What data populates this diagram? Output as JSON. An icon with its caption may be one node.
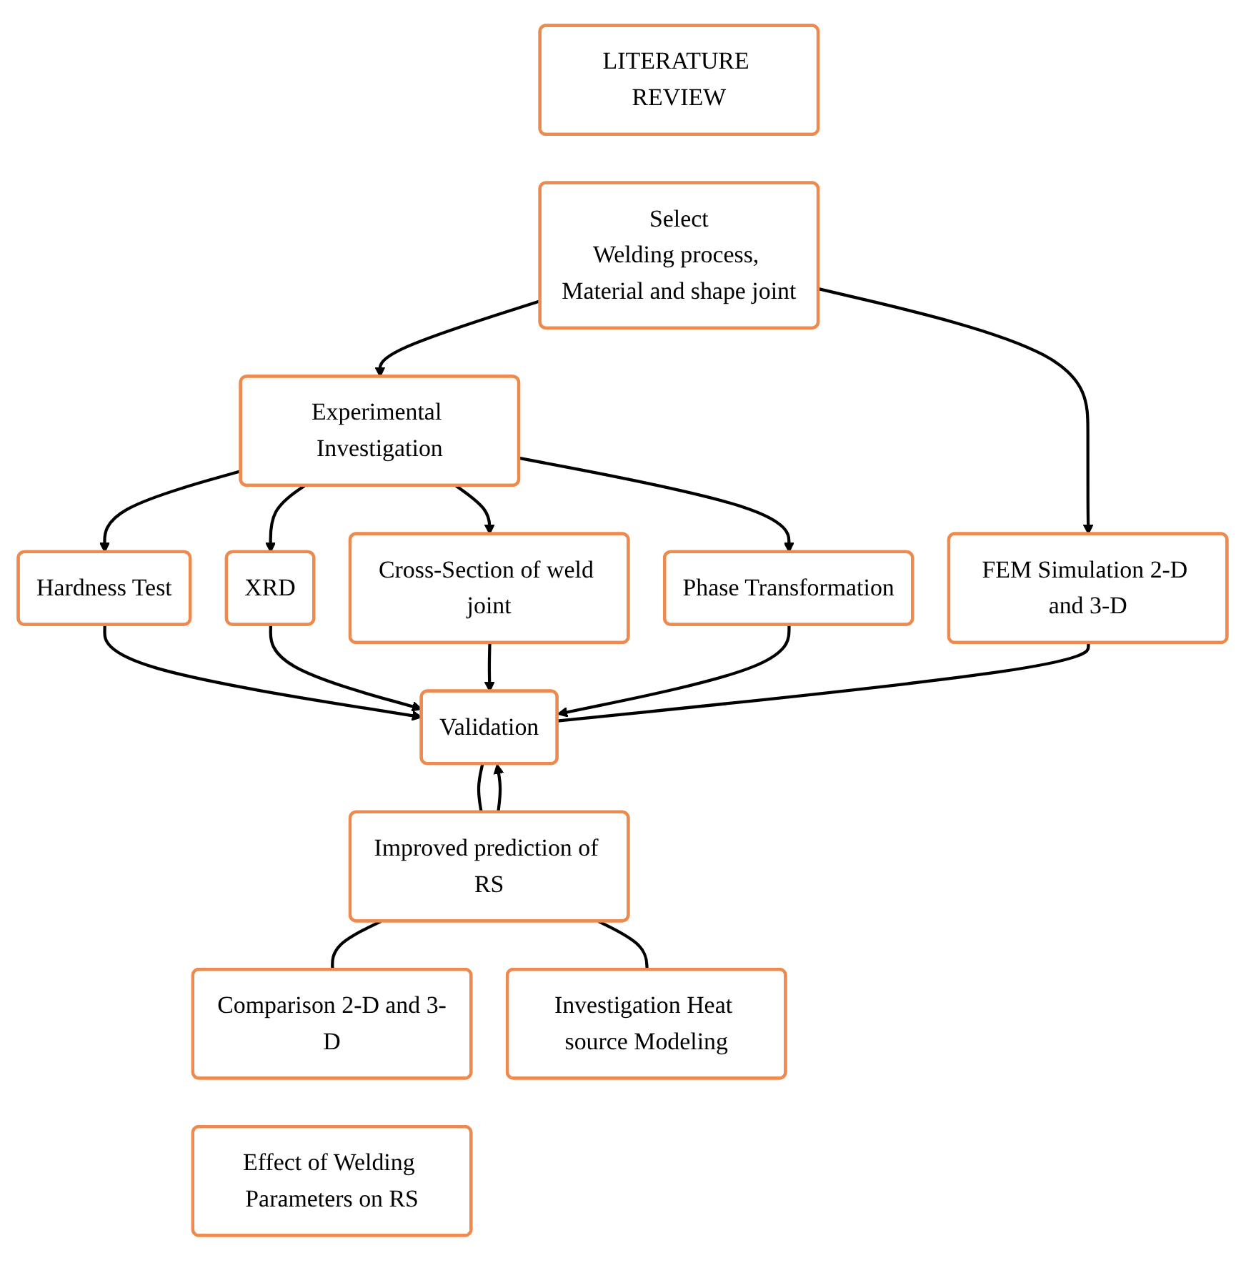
{
  "diagram": {
    "nodes": [
      {
        "text": [
          "LITERATURE REVIEW"
        ]
      },
      {
        "text": [
          "Select",
          "Welding process, Material and shape joint"
        ]
      },
      {
        "text": [
          "Experimental Investigation"
        ]
      },
      {
        "text": [
          "FEM Simulation 2-D and 3-D"
        ]
      },
      {
        "text": [
          "Hardness Test"
        ]
      },
      {
        "text": [
          "XRD"
        ]
      },
      {
        "text": [
          "Cross-Section of weld joint"
        ]
      },
      {
        "text": [
          "Phase Transformation"
        ]
      },
      {
        "text": [
          "Validation"
        ]
      },
      {
        "text": [
          "Improved prediction of RS"
        ]
      },
      {
        "text": [
          "Comparison 2-D and 3-D"
        ]
      },
      {
        "text": [
          "Investigation Heat source Modeling"
        ]
      },
      {
        "text": [
          "Effect of Welding Parameters on RS"
        ]
      }
    ],
    "edges": [
      {
        "from": 1,
        "to": 2,
        "arrow": "to"
      },
      {
        "from": 1,
        "to": 3,
        "arrow": "to"
      },
      {
        "from": 2,
        "to": 4,
        "arrow": "to"
      },
      {
        "from": 2,
        "to": 5,
        "arrow": "to"
      },
      {
        "from": 2,
        "to": 6,
        "arrow": "to"
      },
      {
        "from": 2,
        "to": 7,
        "arrow": "to"
      },
      {
        "from": 4,
        "to": 8,
        "arrow": "to"
      },
      {
        "from": 5,
        "to": 8,
        "arrow": "to"
      },
      {
        "from": 6,
        "to": 8,
        "arrow": "to"
      },
      {
        "from": 7,
        "to": 8,
        "arrow": "to"
      },
      {
        "from": 3,
        "to": 8,
        "arrow": "none"
      },
      {
        "from": 8,
        "to": 9,
        "arrow": "none"
      },
      {
        "from": 9,
        "to": 8,
        "arrow": "to"
      },
      {
        "from": 9,
        "to": 10,
        "arrow": "none"
      },
      {
        "from": 9,
        "to": 11,
        "arrow": "none"
      }
    ]
  }
}
